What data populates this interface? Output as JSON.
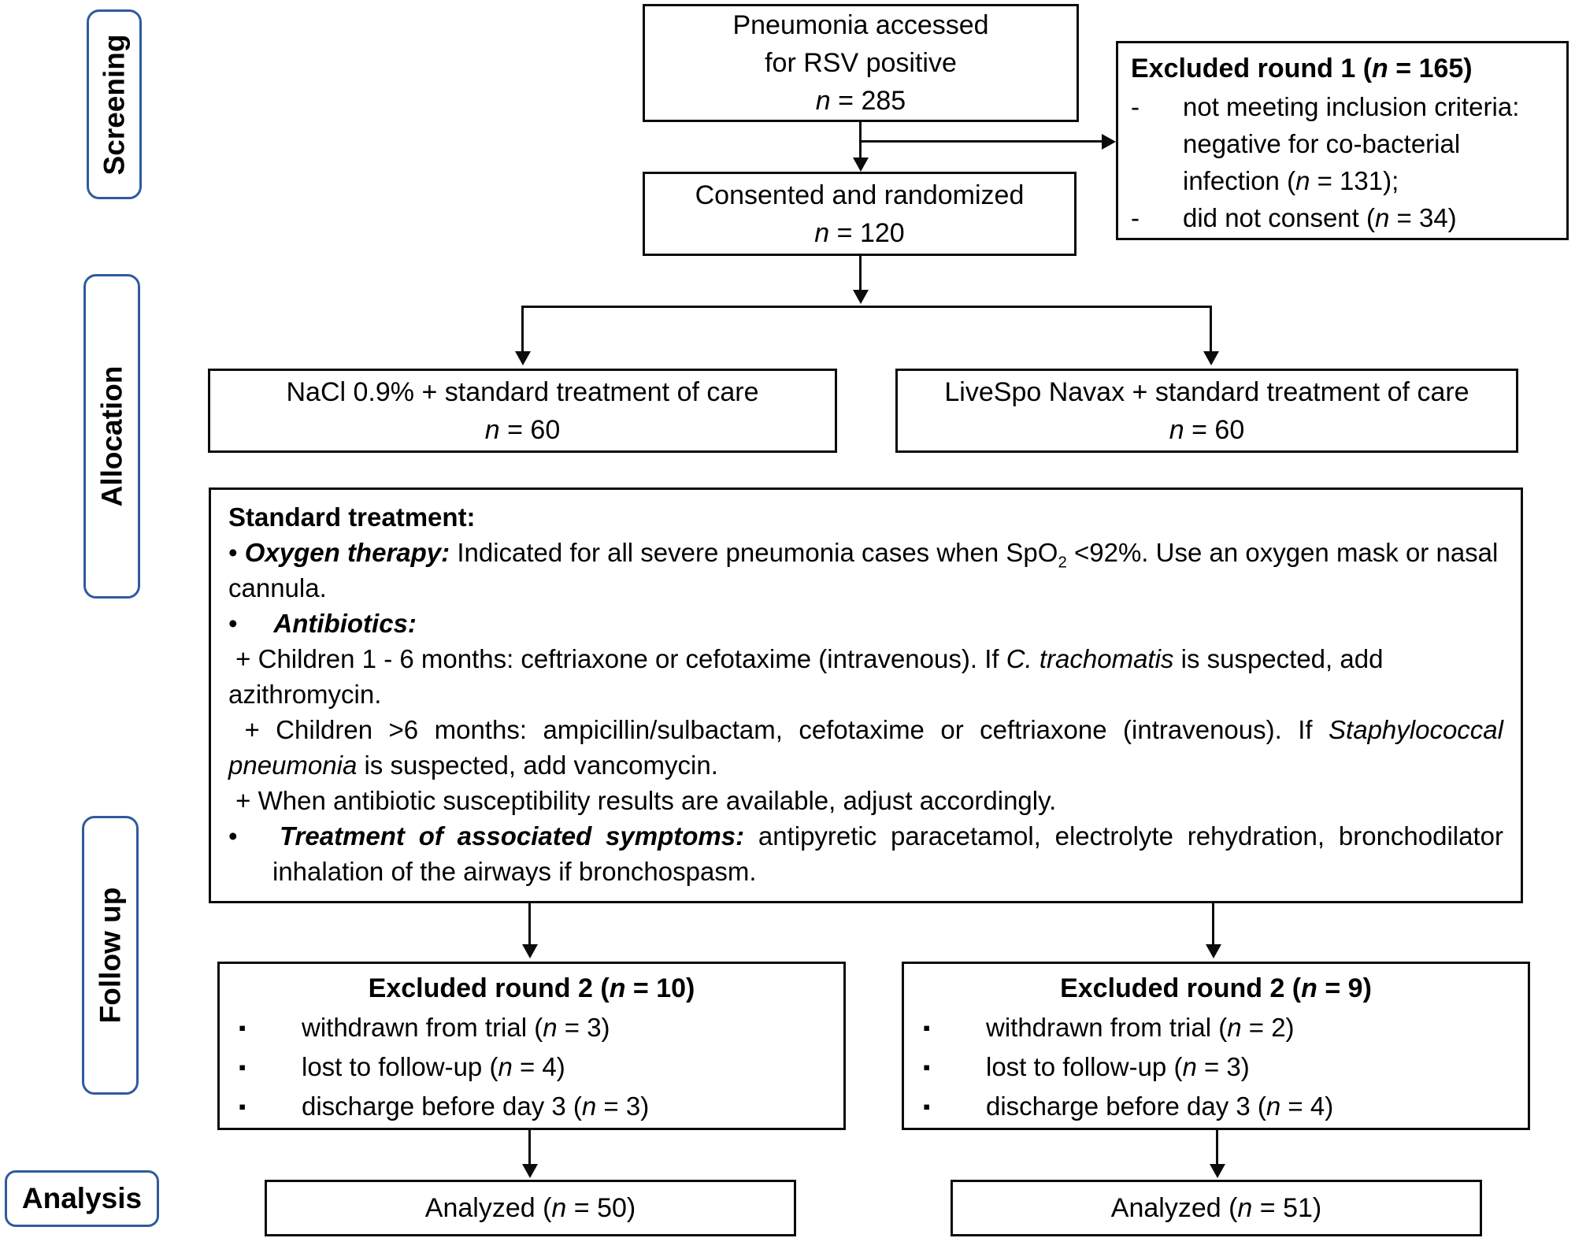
{
  "palette": {
    "box_border": "#0c0c0c",
    "stage_label_border": "#2f5b9d",
    "text": "#000000",
    "background": "#ffffff"
  },
  "stages": {
    "screening": {
      "label": "Screening"
    },
    "allocation": {
      "label": "Allocation"
    },
    "follow_up": {
      "label": "Follow up"
    },
    "analysis": {
      "label": "Analysis"
    }
  },
  "boxes": {
    "screened": {
      "lines": [
        [
          {
            "t": "Pneumonia accessed"
          }
        ],
        [
          {
            "t": "for RSV positive"
          }
        ],
        [
          {
            "t": "n",
            "i": 1
          },
          {
            "t": " = 285"
          }
        ]
      ]
    },
    "excluded_round_1": {
      "title": [
        {
          "t": "Excluded round 1 (",
          "b": 1
        },
        {
          "t": "n",
          "b": 1,
          "i": 1
        },
        {
          "t": " = 165)",
          "b": 1
        }
      ],
      "bullet": "-",
      "items": [
        [
          {
            "t": "not meeting inclusion criteria: negative for co-bacterial infection ("
          },
          {
            "t": "n",
            "i": 1
          },
          {
            "t": " = 131);"
          }
        ],
        [
          {
            "t": "did not consent ("
          },
          {
            "t": "n",
            "i": 1
          },
          {
            "t": " = 34)"
          }
        ]
      ]
    },
    "consented": {
      "lines": [
        [
          {
            "t": "Consented and randomized"
          }
        ],
        [
          {
            "t": "n",
            "i": 1
          },
          {
            "t": " = 120"
          }
        ]
      ]
    },
    "allocation_control": {
      "lines": [
        [
          {
            "t": "NaCl 0.9% + standard treatment of care"
          }
        ],
        [
          {
            "t": "n",
            "i": 1
          },
          {
            "t": " = 60"
          }
        ]
      ]
    },
    "allocation_livespo": {
      "lines": [
        [
          {
            "t": "LiveSpo Navax + standard treatment of care"
          }
        ],
        [
          {
            "t": "n",
            "i": 1
          },
          {
            "t": " = 60"
          }
        ]
      ]
    },
    "standard_treatment": {
      "paragraphs": [
        [
          {
            "t": "Standard treatment:",
            "b": 1
          }
        ],
        [
          {
            "t": "• "
          },
          {
            "t": "Oxygen therapy:",
            "b": 1,
            "i": 1
          },
          {
            "t": " Indicated for all severe pneumonia cases when SpO"
          },
          {
            "t": "2",
            "sub": 1
          },
          {
            "t": " <92%. Use an oxygen mask or nasal cannula."
          }
        ],
        [
          {
            "t": "•     "
          },
          {
            "t": "Antibiotics:",
            "b": 1,
            "i": 1
          }
        ],
        [
          {
            "t": " + Children 1 - 6 months: ceftriaxone or cefotaxime (intravenous). If "
          },
          {
            "t": "C. trachomatis",
            "i": 1
          },
          {
            "t": " is suspected, add azithromycin."
          }
        ],
        [
          {
            "t": " + Children >6 months: ampicillin/sulbactam, cefotaxime or ceftriaxone (intravenous). If "
          },
          {
            "t": "Staphylococcal pneumonia",
            "i": 1
          },
          {
            "t": " is suspected, add vancomycin."
          }
        ],
        [
          {
            "t": " + When antibiotic susceptibility results are available, adjust accordingly."
          }
        ],
        [
          {
            "t": "•   "
          },
          {
            "t": "Treatment of associated symptoms:",
            "b": 1,
            "i": 1
          },
          {
            "t": " antipyretic paracetamol, electrolyte rehydration, bronchodilator inhalation of the airways if bronchospasm."
          }
        ]
      ]
    },
    "excluded_round_2_control": {
      "title": [
        {
          "t": "Excluded round 2 (",
          "b": 1
        },
        {
          "t": "n",
          "b": 1,
          "i": 1
        },
        {
          "t": " = 10)",
          "b": 1
        }
      ],
      "bullet": "▪",
      "items": [
        [
          {
            "t": "withdrawn from trial ("
          },
          {
            "t": "n",
            "i": 1
          },
          {
            "t": " = 3)"
          }
        ],
        [
          {
            "t": "lost to follow-up ("
          },
          {
            "t": "n",
            "i": 1
          },
          {
            "t": " = 4)"
          }
        ],
        [
          {
            "t": "discharge before day 3 ("
          },
          {
            "t": "n",
            "i": 1
          },
          {
            "t": " = 3)"
          }
        ]
      ]
    },
    "excluded_round_2_livespo": {
      "title": [
        {
          "t": "Excluded round 2 (",
          "b": 1
        },
        {
          "t": "n",
          "b": 1,
          "i": 1
        },
        {
          "t": " = 9)",
          "b": 1
        }
      ],
      "bullet": "▪",
      "items": [
        [
          {
            "t": "withdrawn from trial ("
          },
          {
            "t": "n",
            "i": 1
          },
          {
            "t": " = 2)"
          }
        ],
        [
          {
            "t": "lost to follow-up ("
          },
          {
            "t": "n",
            "i": 1
          },
          {
            "t": " = 3)"
          }
        ],
        [
          {
            "t": "discharge before day 3 ("
          },
          {
            "t": "n",
            "i": 1
          },
          {
            "t": " = 4)"
          }
        ]
      ]
    },
    "analyzed_control": {
      "line": [
        {
          "t": "Analyzed ("
        },
        {
          "t": "n",
          "i": 1
        },
        {
          "t": " = 50)"
        }
      ]
    },
    "analyzed_livespo": {
      "line": [
        {
          "t": "Analyzed ("
        },
        {
          "t": "n",
          "i": 1
        },
        {
          "t": " = 51)"
        }
      ]
    }
  }
}
